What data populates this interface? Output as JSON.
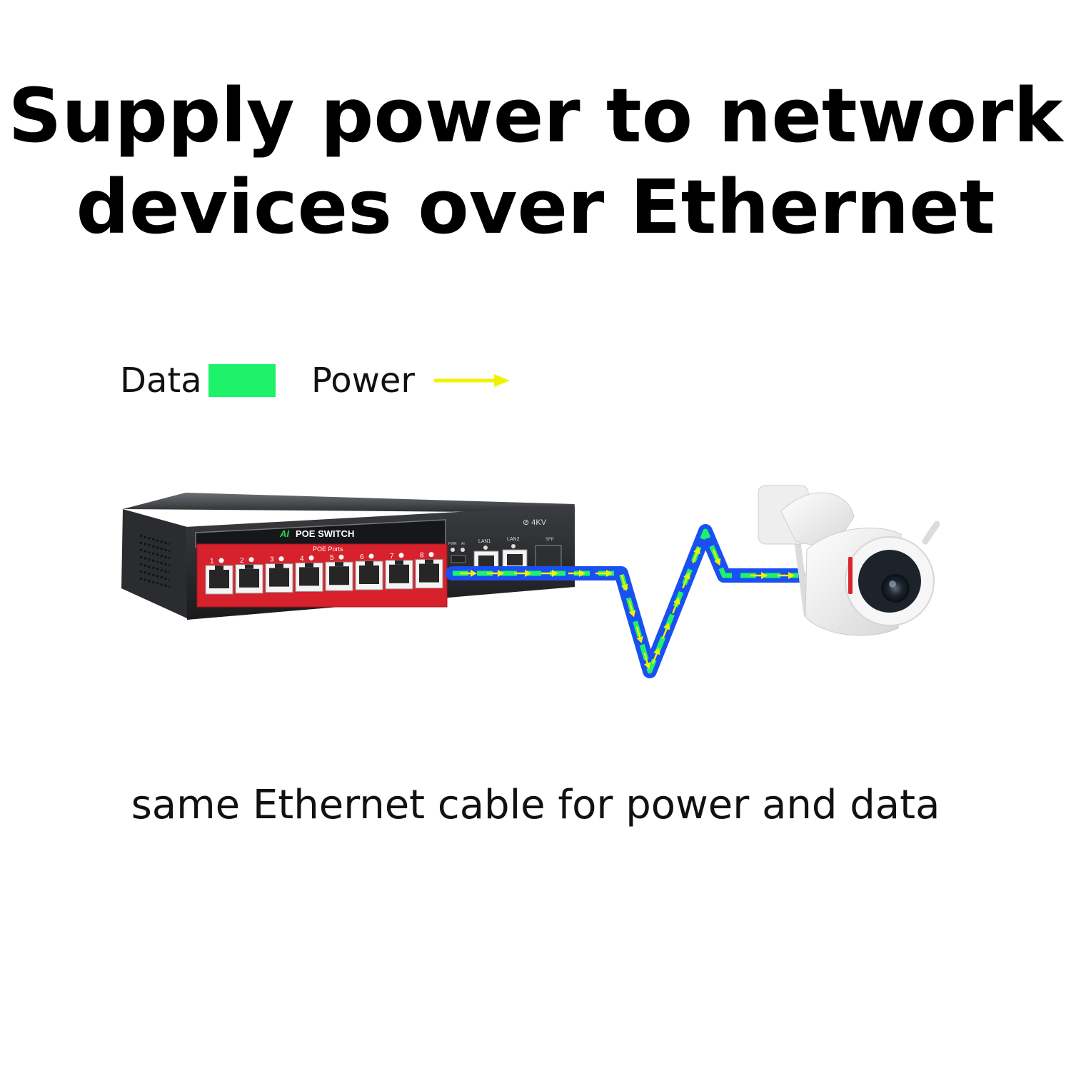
{
  "headline": {
    "line1": "Supply power to network",
    "line2": "devices over Ethernet"
  },
  "legend": {
    "data_label": "Data",
    "data_color": "#1ef26a",
    "power_label": "Power",
    "power_color": "#f2f200"
  },
  "switch": {
    "brand_prefix": "AI",
    "brand_name": "POE SWITCH",
    "ports_label": "POE Ports",
    "port_numbers": [
      "1",
      "2",
      "3",
      "4",
      "5",
      "6",
      "7",
      "8"
    ],
    "surge_label": "4KV",
    "lan1_label": "LAN1",
    "lan2_label": "LAN2",
    "sfp_label": "SFP",
    "led_labels": [
      "PWR",
      "AI"
    ]
  },
  "cable": {
    "outer_color": "#1a4ff2"
  },
  "camera": {
    "icon": "security-camera-icon"
  },
  "caption": "same Ethernet cable for power and data"
}
